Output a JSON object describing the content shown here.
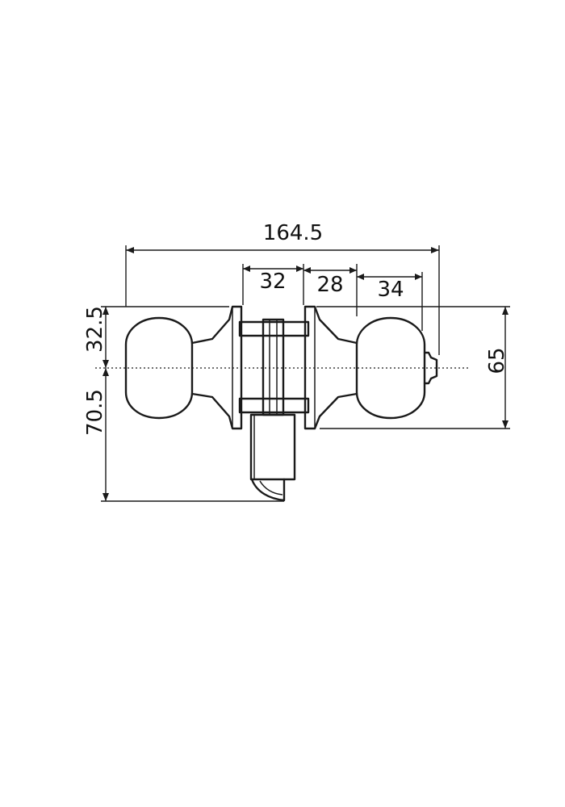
{
  "dimensions": {
    "overall_width": "164.5",
    "rose_thickness": "32",
    "spindle_gap": "28",
    "knob_width": "34",
    "upper_height": "32.5",
    "lower_height": "70.5",
    "rose_height": "65"
  }
}
